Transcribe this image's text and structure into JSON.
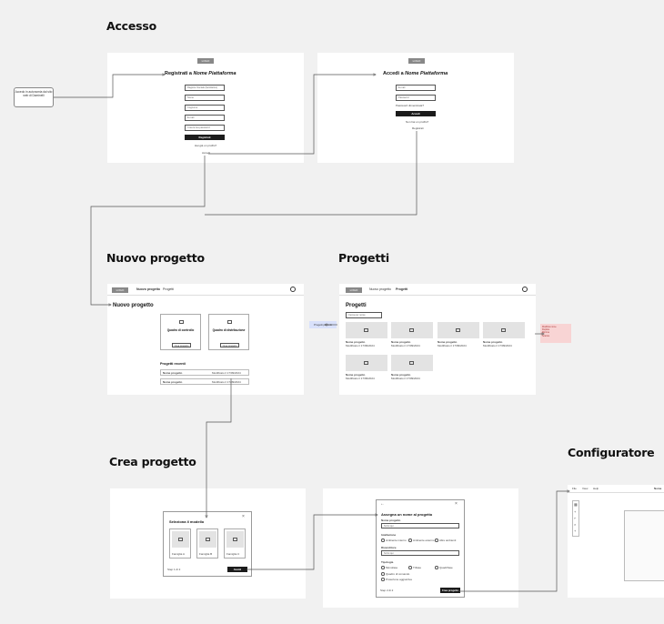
{
  "sections": {
    "accesso": "Accesso",
    "nuovo_progetto": "Nuovo progetto",
    "progetti": "Progetti",
    "crea_progetto": "Crea progetto",
    "configuratore": "Configuratore"
  },
  "note": {
    "text": "Accedo in autonomia dal sito web di Daminelli"
  },
  "register": {
    "logo": "LOGO",
    "title_prefix": "Registrati a ",
    "title_name": "Nome Piattaforma",
    "fields": [
      "Ragione Sociale (facoltativo)",
      "Nome",
      "Cognome",
      "E-mail",
      "Crea la tua password"
    ],
    "submit": "Registrati",
    "have_account": "Hai già un profilo?",
    "login_link": "Accedi"
  },
  "login": {
    "logo": "LOGO",
    "title_prefix": "Accedi a ",
    "title_name": "Nome Piattaforma",
    "fields": [
      "E-mail",
      "Password"
    ],
    "forgot": "Password dimenticata?",
    "submit": "Accedi",
    "no_account": "Non hai un profilo?",
    "register_link": "Registrati"
  },
  "new_project": {
    "logo": "LOGO",
    "nav": [
      "Nuovo progetto",
      "Progetti"
    ],
    "title": "Nuovo progetto",
    "cards": [
      {
        "title": "Quadro di controllo",
        "button": "Crea progetto"
      },
      {
        "title": "Quadro di distribuzione",
        "button": "Crea progetto"
      }
    ],
    "recent_title": "Progetti recenti",
    "recent": [
      {
        "name": "Nome progetto",
        "date": "Modificato il 17/09/2024"
      },
      {
        "name": "Nome progetto",
        "date": "Modificato il 17/09/2024"
      }
    ]
  },
  "projects": {
    "logo": "LOGO",
    "nav": [
      "Nuovo progetto",
      "Progetti"
    ],
    "title": "Progetti",
    "search_placeholder": "Cerca per nome",
    "side_tag": "Progetti preferiti",
    "menu_items": [
      "Modifica nome",
      "Duplica",
      "Elimina",
      "Scarica"
    ],
    "items": [
      {
        "name": "Nome progetto",
        "date": "Modificato il 17/09/2024"
      },
      {
        "name": "Nome progetto",
        "date": "Modificato il 17/09/2024"
      },
      {
        "name": "Nome progetto",
        "date": "Modificato il 17/09/2024"
      },
      {
        "name": "Nome progetto",
        "date": "Modificato il 17/09/2024"
      },
      {
        "name": "Nome progetto",
        "date": "Modificato il 17/09/2024"
      },
      {
        "name": "Nome progetto",
        "date": "Modificato il 17/09/2024"
      }
    ]
  },
  "select_model": {
    "title": "Seleziona il modello",
    "models": [
      "Famiglia A",
      "Famiglia B",
      "Famiglia C"
    ],
    "step": "Step 1 di 2",
    "next": "Avanti"
  },
  "name_project": {
    "title": "Assegna un nome al progetto",
    "name_label": "Nome progetto",
    "name_placeholder": "Scrivi qui",
    "installation_label": "Istallazione",
    "installation_options": [
      "Ambiente interno",
      "Ambiente esterno",
      "Altre ambienti"
    ],
    "client_label": "Rivenditore",
    "client_placeholder": "Scrivi qui",
    "type_label": "Tipologia",
    "type_options": [
      "Monofase",
      "Trifase",
      "Quadrifase"
    ],
    "checks": [
      "Quadro di comando",
      "Protezione aggiuntiva"
    ],
    "step": "Step 2 di 2",
    "create": "Crea progetto"
  },
  "configurator": {
    "menu": [
      "File",
      "View",
      "Help"
    ],
    "right": "Nome"
  }
}
